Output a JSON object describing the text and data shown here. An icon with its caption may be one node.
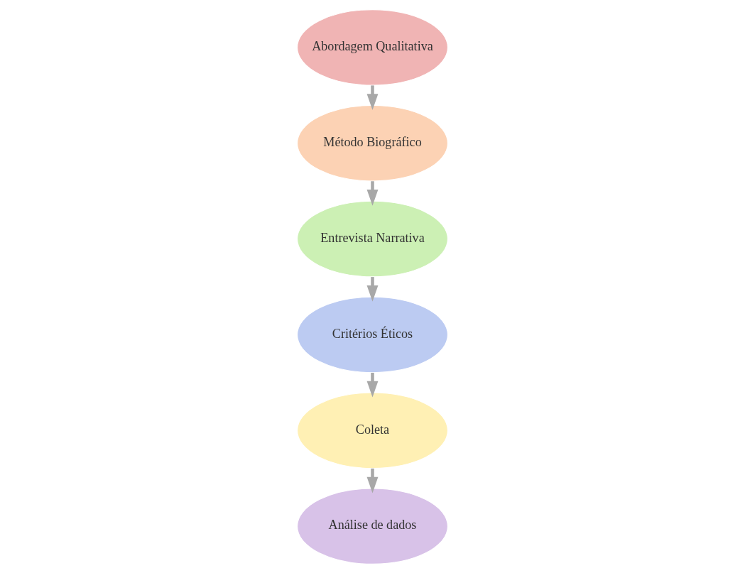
{
  "diagram": {
    "nodes": [
      {
        "text": [
          "Abordagem Qualitativa"
        ]
      },
      {
        "text": [
          "Método Biográfico"
        ]
      },
      {
        "text": [
          "Entrevista Narrativa"
        ]
      },
      {
        "text": [
          "Critérios Éticos"
        ]
      },
      {
        "text": [
          "Coleta"
        ]
      },
      {
        "text": [
          "Análise de dados"
        ]
      }
    ],
    "edges": [
      {
        "from": 0,
        "to": 1,
        "arrow": "to"
      },
      {
        "from": 1,
        "to": 2,
        "arrow": "to"
      },
      {
        "from": 2,
        "to": 3,
        "arrow": "to"
      },
      {
        "from": 3,
        "to": 4,
        "arrow": "to"
      },
      {
        "from": 4,
        "to": 5,
        "arrow": "to"
      }
    ]
  }
}
